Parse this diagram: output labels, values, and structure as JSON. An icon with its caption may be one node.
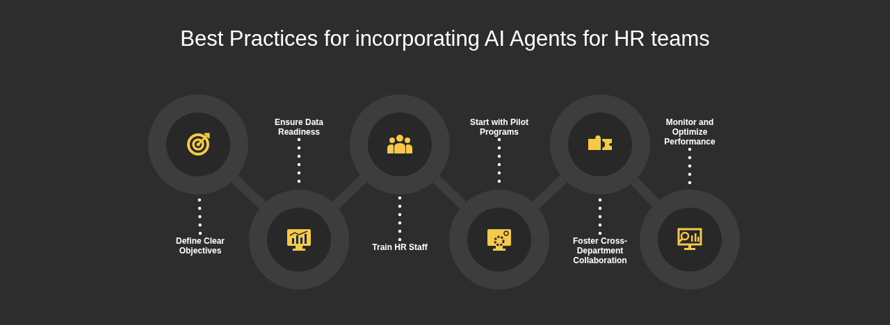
{
  "diagram": {
    "title": "Best Practices for incorporating AI Agents for HR teams",
    "nodes": [
      {
        "text": [],
        "shape": "circle"
      },
      {
        "text": [],
        "shape": "circle"
      },
      {
        "text": [],
        "shape": "circle"
      },
      {
        "text": [],
        "shape": "circle"
      },
      {
        "text": [],
        "shape": "circle"
      },
      {
        "text": [],
        "shape": "circle"
      },
      {
        "text": [
          "Define Clear Objectives"
        ]
      },
      {
        "text": [
          "Ensure Data Readiness"
        ]
      },
      {
        "text": [
          "Train HR Staff"
        ]
      },
      {
        "text": [
          "Start with Pilot Programs"
        ]
      },
      {
        "text": [
          "Foster Cross-Department Collaboration"
        ]
      },
      {
        "text": [
          "Monitor and Optimize Performance"
        ]
      }
    ],
    "edges": [
      {
        "from": 0,
        "to": 1,
        "arrow": "none",
        "style": "thick",
        "color": "#3d3d3d"
      },
      {
        "from": 1,
        "to": 2,
        "arrow": "none",
        "style": "thick",
        "color": "#3d3d3d"
      },
      {
        "from": 2,
        "to": 3,
        "arrow": "none",
        "style": "thick",
        "color": "#3d3d3d"
      },
      {
        "from": 3,
        "to": 4,
        "arrow": "none",
        "style": "thick",
        "color": "#3d3d3d"
      },
      {
        "from": 4,
        "to": 5,
        "arrow": "none",
        "style": "thick",
        "color": "#3d3d3d"
      },
      {
        "from": 6,
        "to": 0,
        "arrow": "none",
        "style": "dashed"
      },
      {
        "from": 7,
        "to": 1,
        "arrow": "none",
        "style": "dashed"
      },
      {
        "from": 8,
        "to": 2,
        "arrow": "none",
        "style": "dashed"
      },
      {
        "from": 9,
        "to": 3,
        "arrow": "none",
        "style": "dashed"
      },
      {
        "from": 10,
        "to": 4,
        "arrow": "none",
        "style": "dashed"
      },
      {
        "from": 11,
        "to": 5,
        "arrow": "none",
        "style": "dashed"
      }
    ]
  }
}
